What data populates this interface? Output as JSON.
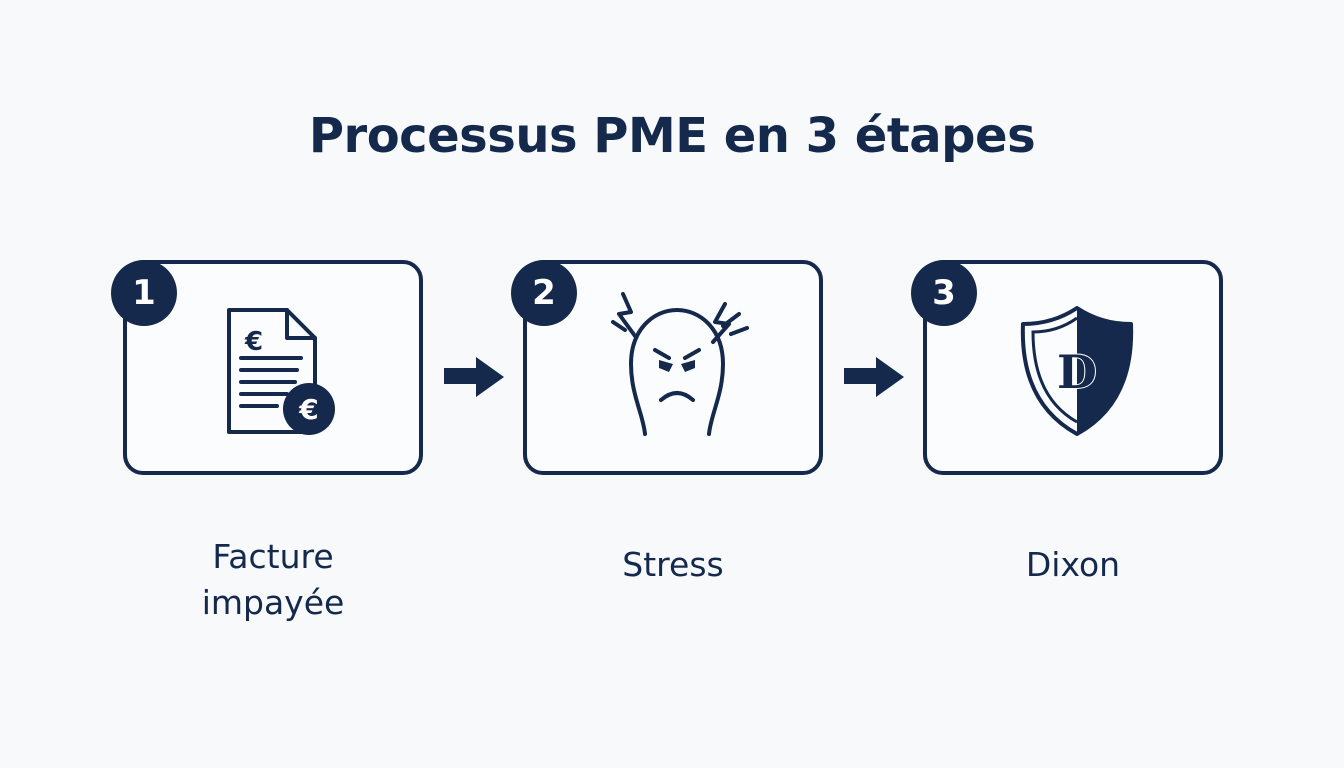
{
  "title": "Processus PME en 3 étapes",
  "steps": [
    {
      "number": "1",
      "label_line1": "Facture",
      "label_line2": "impayée",
      "icon": "invoice-euro-icon",
      "symbol": "€"
    },
    {
      "number": "2",
      "label_line1": "Stress",
      "icon": "stressed-face-icon"
    },
    {
      "number": "3",
      "label_line1": "Dixon",
      "icon": "shield-d-icon",
      "symbol": "D"
    }
  ],
  "colors": {
    "primary": "#14294b",
    "background": "#f7f9fb"
  }
}
